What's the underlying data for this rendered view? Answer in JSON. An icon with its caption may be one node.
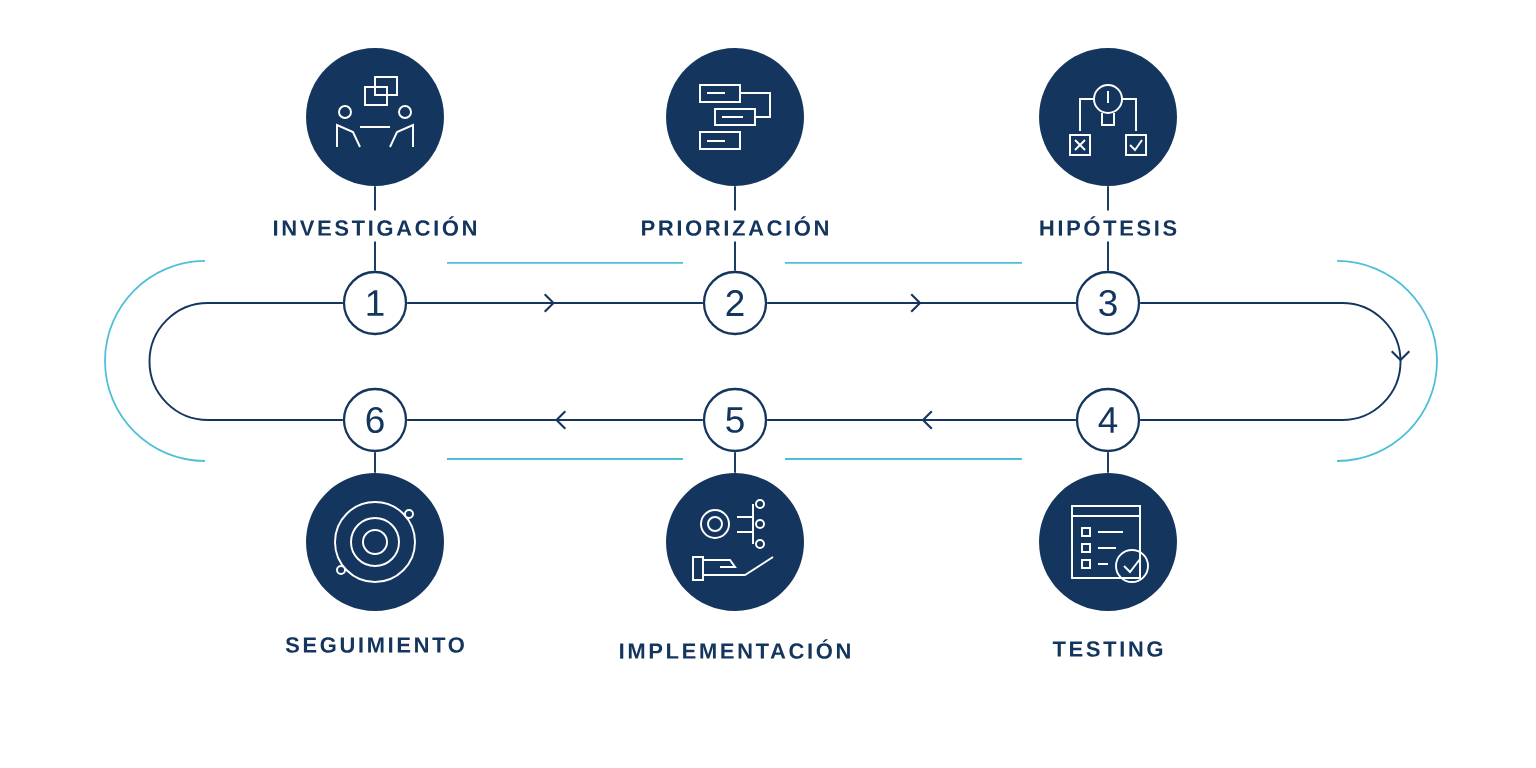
{
  "diagram": {
    "nodes": [
      {
        "text": [
          "INVESTIGACIÓN"
        ]
      },
      {
        "text": [
          "PRIORIZACIÓN"
        ]
      },
      {
        "text": [
          "HIPÓTESIS"
        ]
      },
      {
        "text": [
          "1"
        ]
      },
      {
        "text": [
          "2"
        ]
      },
      {
        "text": [
          "3"
        ]
      },
      {
        "text": [
          "6"
        ]
      },
      {
        "text": [
          "5"
        ]
      },
      {
        "text": [
          "4"
        ]
      },
      {
        "text": [
          "SEGUIMIENTO"
        ]
      },
      {
        "text": [
          "IMPLEMENTACIÓN"
        ]
      },
      {
        "text": [
          "TESTING"
        ]
      }
    ],
    "edges": [
      {
        "from": 0,
        "to": 3,
        "arrow": "none"
      },
      {
        "from": 1,
        "to": 4,
        "arrow": "none"
      },
      {
        "from": 2,
        "to": 5,
        "arrow": "none"
      },
      {
        "from": 3,
        "to": 4,
        "arrow": "to"
      },
      {
        "from": 4,
        "to": 5,
        "arrow": "to"
      },
      {
        "from": 5,
        "to": 8,
        "arrow": "to"
      },
      {
        "from": 8,
        "to": 7,
        "arrow": "to"
      },
      {
        "from": 7,
        "to": 6,
        "arrow": "to"
      },
      {
        "from": 6,
        "to": 3,
        "arrow": "none"
      },
      {
        "from": 9,
        "to": 6,
        "arrow": "none"
      },
      {
        "from": 10,
        "to": 7,
        "arrow": "none"
      },
      {
        "from": 11,
        "to": 8,
        "arrow": "none"
      }
    ]
  }
}
